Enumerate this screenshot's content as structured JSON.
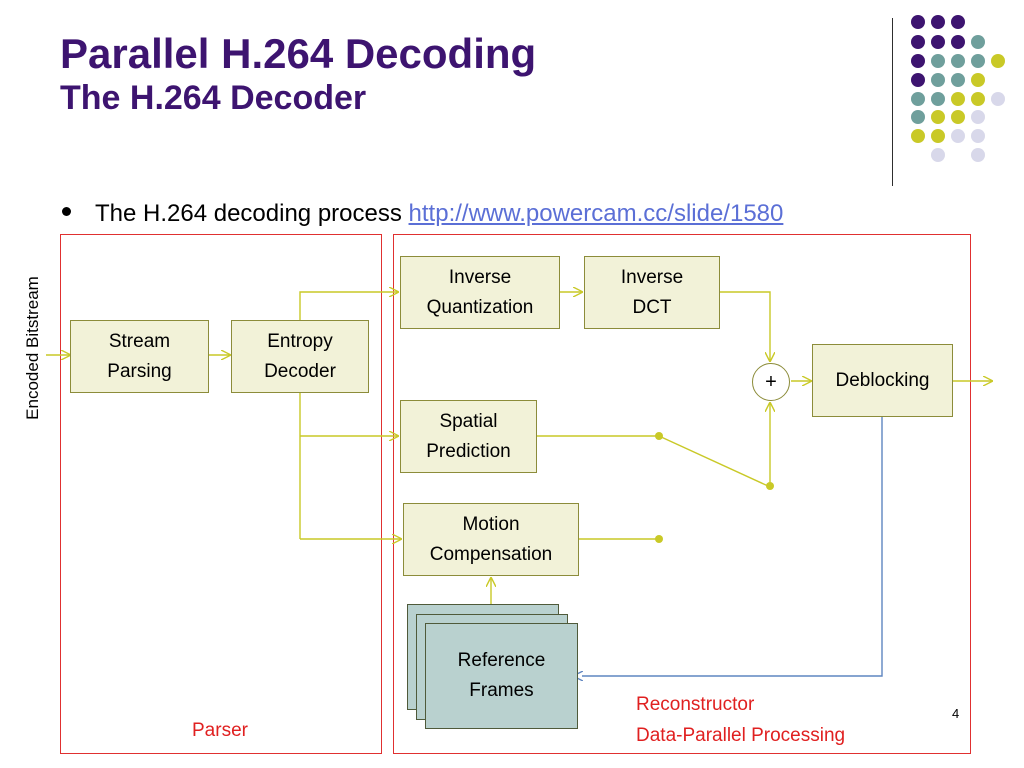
{
  "slide": {
    "title_line1": "Parallel H.264 Decoding",
    "title_line2": "The H.264 Decoder",
    "page_number": "4"
  },
  "bullet": {
    "text": "The H.264 decoding process ",
    "link": "http://www.powercam.cc/slide/1580"
  },
  "diagram": {
    "input_label": "Encoded Bitstream",
    "nodes": {
      "stream_parsing": "Stream\nParsing",
      "entropy_decoder": "Entropy\nDecoder",
      "inverse_quantization": "Inverse\nQuantization",
      "inverse_dct": "Inverse\nDCT",
      "spatial_prediction": "Spatial\nPrediction",
      "motion_compensation": "Motion\nCompensation",
      "deblocking": "Deblocking",
      "reference_frames": "Reference\nFrames",
      "sum": "+"
    },
    "panels": {
      "parser": "Parser",
      "reconstructor_line1": "Reconstructor",
      "reconstructor_line2": "Data-Parallel Processing"
    }
  },
  "colors": {
    "title": "#3d1470",
    "accent_purple": "#3d1470",
    "accent_teal": "#6f9f9c",
    "accent_olive": "#c9c927",
    "accent_lavender": "#d8d8ea",
    "panel_border": "#e03030",
    "panel_label": "#e02020",
    "arrow": "#c9c927",
    "feedback_arrow": "#5f85c0",
    "node_fill": "#f2f2d8",
    "reference_fill": "#b9d1cf",
    "link": "#5b6fd6"
  }
}
